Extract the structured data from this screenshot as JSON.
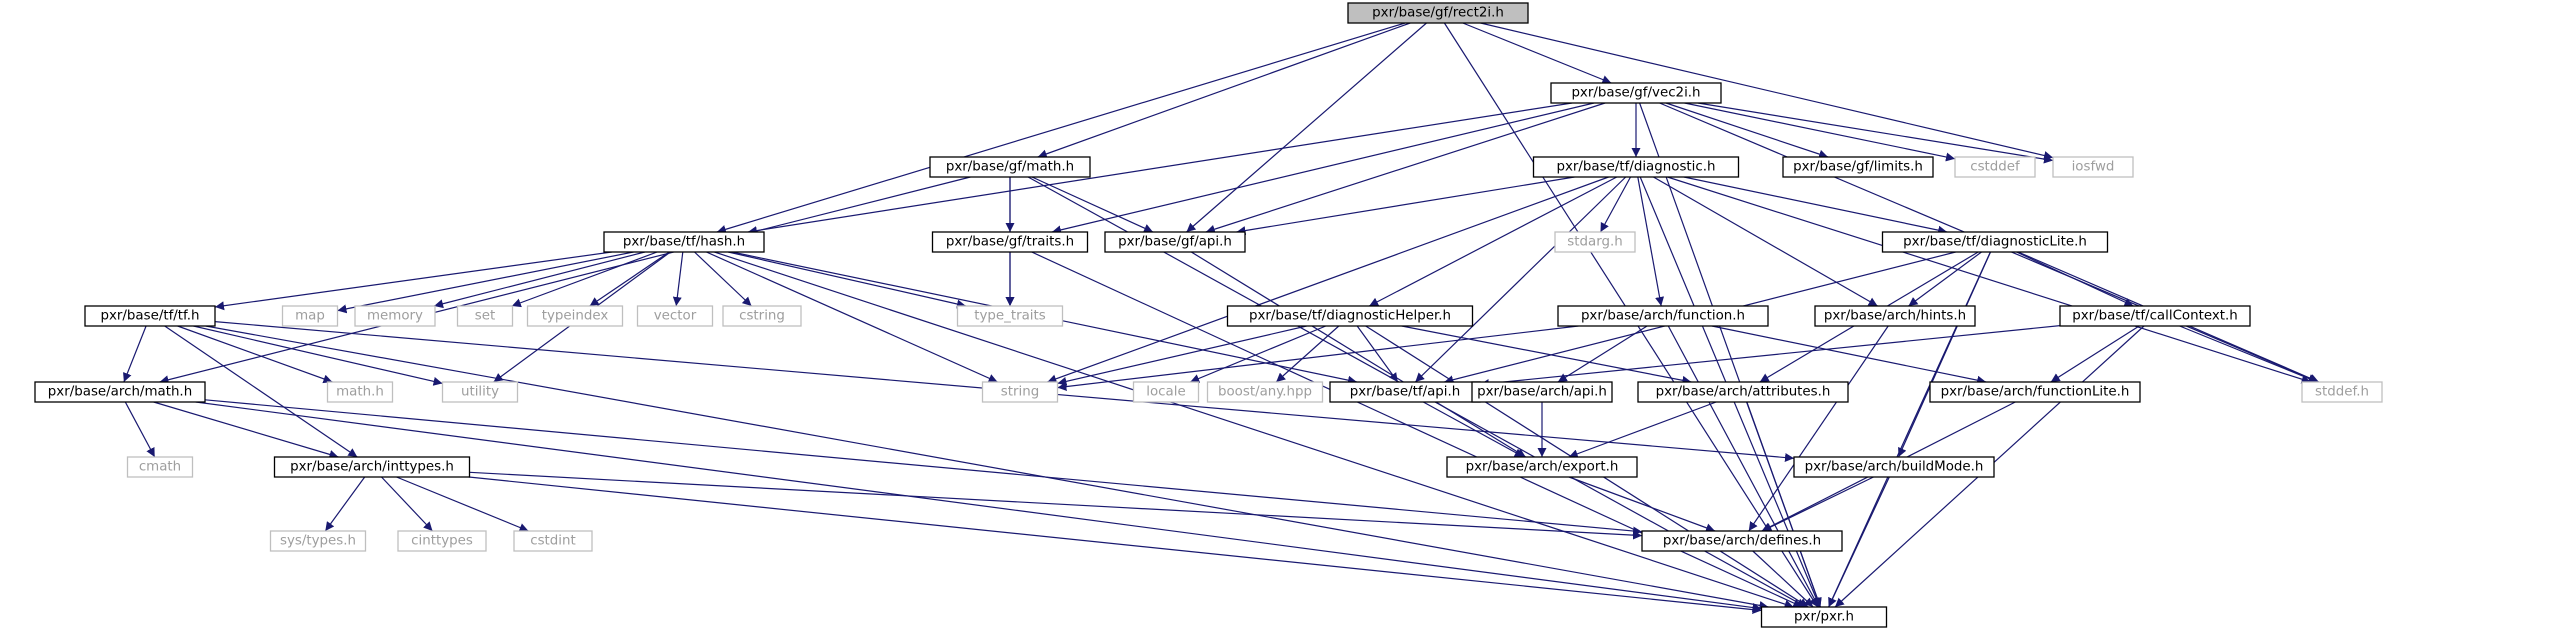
{
  "colors": {
    "edge": "#191970",
    "node_border": "#000000",
    "focus_fill": "#bfbfbf",
    "external_border": "#bfbfbf",
    "external_text": "#9e9e9e"
  },
  "nodes": [
    {
      "id": "rect2i",
      "label": "pxr/base/gf/rect2i.h",
      "kind": "focus"
    },
    {
      "id": "vec2i",
      "label": "pxr/base/gf/vec2i.h",
      "kind": "local"
    },
    {
      "id": "gfmath",
      "label": "pxr/base/gf/math.h",
      "kind": "local"
    },
    {
      "id": "diagnostic",
      "label": "pxr/base/tf/diagnostic.h",
      "kind": "local"
    },
    {
      "id": "gflimits",
      "label": "pxr/base/gf/limits.h",
      "kind": "local"
    },
    {
      "id": "cstddef",
      "label": "cstddef",
      "kind": "external"
    },
    {
      "id": "iosfwd",
      "label": "iosfwd",
      "kind": "external"
    },
    {
      "id": "hash",
      "label": "pxr/base/tf/hash.h",
      "kind": "local"
    },
    {
      "id": "gftraits",
      "label": "pxr/base/gf/traits.h",
      "kind": "local"
    },
    {
      "id": "gfapi",
      "label": "pxr/base/gf/api.h",
      "kind": "local"
    },
    {
      "id": "stdarg",
      "label": "stdarg.h",
      "kind": "external"
    },
    {
      "id": "diagLite",
      "label": "pxr/base/tf/diagnosticLite.h",
      "kind": "local"
    },
    {
      "id": "tfh",
      "label": "pxr/base/tf/tf.h",
      "kind": "local"
    },
    {
      "id": "map",
      "label": "map",
      "kind": "external"
    },
    {
      "id": "memory",
      "label": "memory",
      "kind": "external"
    },
    {
      "id": "set",
      "label": "set",
      "kind": "external"
    },
    {
      "id": "typeindex",
      "label": "typeindex",
      "kind": "external"
    },
    {
      "id": "vector",
      "label": "vector",
      "kind": "external"
    },
    {
      "id": "cstring",
      "label": "cstring",
      "kind": "external"
    },
    {
      "id": "typetraits",
      "label": "type_traits",
      "kind": "external"
    },
    {
      "id": "diagHelper",
      "label": "pxr/base/tf/diagnosticHelper.h",
      "kind": "local"
    },
    {
      "id": "function",
      "label": "pxr/base/arch/function.h",
      "kind": "local"
    },
    {
      "id": "hints",
      "label": "pxr/base/arch/hints.h",
      "kind": "local"
    },
    {
      "id": "callContext",
      "label": "pxr/base/tf/callContext.h",
      "kind": "local"
    },
    {
      "id": "archmath",
      "label": "pxr/base/arch/math.h",
      "kind": "local"
    },
    {
      "id": "mathh",
      "label": "math.h",
      "kind": "external"
    },
    {
      "id": "utility",
      "label": "utility",
      "kind": "external"
    },
    {
      "id": "string",
      "label": "string",
      "kind": "external"
    },
    {
      "id": "locale",
      "label": "locale",
      "kind": "external"
    },
    {
      "id": "boostany",
      "label": "boost/any.hpp",
      "kind": "external"
    },
    {
      "id": "tfapi",
      "label": "pxr/base/tf/api.h",
      "kind": "local"
    },
    {
      "id": "archapi",
      "label": "pxr/base/arch/api.h",
      "kind": "local"
    },
    {
      "id": "attributes",
      "label": "pxr/base/arch/attributes.h",
      "kind": "local"
    },
    {
      "id": "functionLite",
      "label": "pxr/base/arch/functionLite.h",
      "kind": "local"
    },
    {
      "id": "stddef",
      "label": "stddef.h",
      "kind": "external"
    },
    {
      "id": "cmath",
      "label": "cmath",
      "kind": "external"
    },
    {
      "id": "inttypes",
      "label": "pxr/base/arch/inttypes.h",
      "kind": "local"
    },
    {
      "id": "export",
      "label": "pxr/base/arch/export.h",
      "kind": "local"
    },
    {
      "id": "buildMode",
      "label": "pxr/base/arch/buildMode.h",
      "kind": "local"
    },
    {
      "id": "systypes",
      "label": "sys/types.h",
      "kind": "external"
    },
    {
      "id": "cinttypes",
      "label": "cinttypes",
      "kind": "external"
    },
    {
      "id": "cstdint",
      "label": "cstdint",
      "kind": "external"
    },
    {
      "id": "defines",
      "label": "pxr/base/arch/defines.h",
      "kind": "local"
    },
    {
      "id": "pxr",
      "label": "pxr/pxr.h",
      "kind": "local"
    }
  ],
  "edges": [
    [
      "rect2i",
      "vec2i"
    ],
    [
      "rect2i",
      "gfmath"
    ],
    [
      "rect2i",
      "hash"
    ],
    [
      "rect2i",
      "gfapi"
    ],
    [
      "rect2i",
      "iosfwd"
    ],
    [
      "rect2i",
      "pxr"
    ],
    [
      "vec2i",
      "gflimits"
    ],
    [
      "vec2i",
      "cstddef"
    ],
    [
      "vec2i",
      "iosfwd"
    ],
    [
      "vec2i",
      "diagnostic"
    ],
    [
      "vec2i",
      "gftraits"
    ],
    [
      "vec2i",
      "gfapi"
    ],
    [
      "vec2i",
      "hash"
    ],
    [
      "vec2i",
      "pxr"
    ],
    [
      "vec2i",
      "stddef"
    ],
    [
      "gfmath",
      "gftraits"
    ],
    [
      "gfmath",
      "gfapi"
    ],
    [
      "gfmath",
      "typetraits"
    ],
    [
      "gfmath",
      "archmath"
    ],
    [
      "gfmath",
      "pxr"
    ],
    [
      "diagnostic",
      "stdarg"
    ],
    [
      "diagnostic",
      "diagLite"
    ],
    [
      "diagnostic",
      "diagHelper"
    ],
    [
      "diagnostic",
      "function"
    ],
    [
      "diagnostic",
      "hints"
    ],
    [
      "diagnostic",
      "tfapi"
    ],
    [
      "diagnostic",
      "string"
    ],
    [
      "diagnostic",
      "stddef"
    ],
    [
      "diagnostic",
      "gfapi"
    ],
    [
      "diagnostic",
      "pxr"
    ],
    [
      "hash",
      "tfh"
    ],
    [
      "hash",
      "map"
    ],
    [
      "hash",
      "memory"
    ],
    [
      "hash",
      "set"
    ],
    [
      "hash",
      "typeindex"
    ],
    [
      "hash",
      "vector"
    ],
    [
      "hash",
      "cstring"
    ],
    [
      "hash",
      "typetraits"
    ],
    [
      "hash",
      "utility"
    ],
    [
      "hash",
      "string"
    ],
    [
      "hash",
      "tfapi"
    ],
    [
      "hash",
      "pxr"
    ],
    [
      "gftraits",
      "typetraits"
    ],
    [
      "gftraits",
      "pxr"
    ],
    [
      "gfapi",
      "export"
    ],
    [
      "diagLite",
      "hints"
    ],
    [
      "diagLite",
      "callContext"
    ],
    [
      "diagLite",
      "attributes"
    ],
    [
      "diagLite",
      "tfapi"
    ],
    [
      "diagLite",
      "stddef"
    ],
    [
      "diagLite",
      "buildMode"
    ],
    [
      "diagLite",
      "pxr"
    ],
    [
      "tfh",
      "archmath"
    ],
    [
      "tfh",
      "mathh"
    ],
    [
      "tfh",
      "utility"
    ],
    [
      "tfh",
      "inttypes"
    ],
    [
      "tfh",
      "buildMode"
    ],
    [
      "tfh",
      "pxr"
    ],
    [
      "diagHelper",
      "string"
    ],
    [
      "diagHelper",
      "locale"
    ],
    [
      "diagHelper",
      "boostany"
    ],
    [
      "diagHelper",
      "tfapi"
    ],
    [
      "diagHelper",
      "attributes"
    ],
    [
      "diagHelper",
      "pxr"
    ],
    [
      "function",
      "string"
    ],
    [
      "function",
      "archapi"
    ],
    [
      "function",
      "functionLite"
    ],
    [
      "function",
      "pxr"
    ],
    [
      "hints",
      "defines"
    ],
    [
      "callContext",
      "tfapi"
    ],
    [
      "callContext",
      "functionLite"
    ],
    [
      "callContext",
      "stddef"
    ],
    [
      "callContext",
      "pxr"
    ],
    [
      "archmath",
      "cmath"
    ],
    [
      "archmath",
      "inttypes"
    ],
    [
      "archmath",
      "defines"
    ],
    [
      "archmath",
      "pxr"
    ],
    [
      "tfapi",
      "export"
    ],
    [
      "archapi",
      "export"
    ],
    [
      "attributes",
      "export"
    ],
    [
      "attributes",
      "pxr"
    ],
    [
      "functionLite",
      "defines"
    ],
    [
      "inttypes",
      "systypes"
    ],
    [
      "inttypes",
      "cinttypes"
    ],
    [
      "inttypes",
      "cstdint"
    ],
    [
      "inttypes",
      "defines"
    ],
    [
      "inttypes",
      "pxr"
    ],
    [
      "export",
      "defines"
    ],
    [
      "buildMode",
      "defines"
    ],
    [
      "buildMode",
      "pxr"
    ],
    [
      "defines",
      "pxr"
    ]
  ]
}
